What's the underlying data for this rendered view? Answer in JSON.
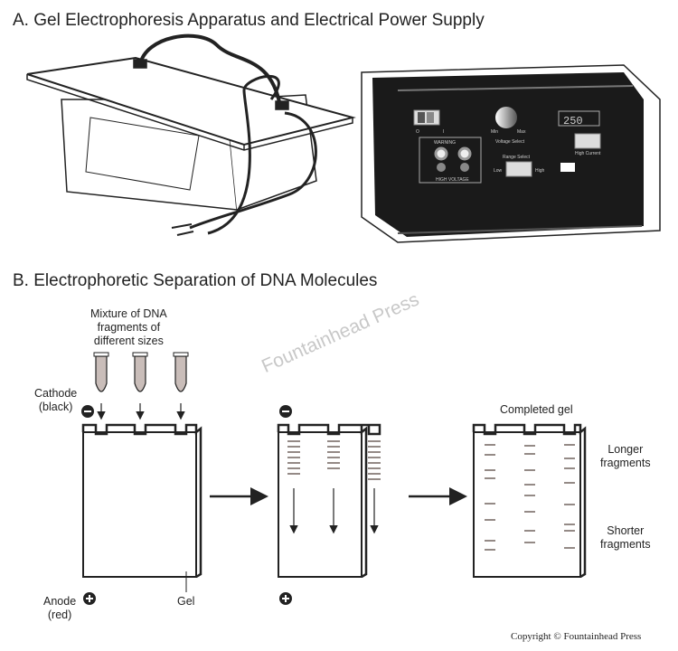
{
  "section_a": {
    "title": "A. Gel Electrophoresis Apparatus and Electrical Power Supply"
  },
  "power_supply": {
    "display_value": "250",
    "off_label": "O",
    "on_label": "I",
    "warning_label": "WARNING",
    "high_voltage_label": "HIGH VOLTAGE",
    "min_label": "Min",
    "max_label": "Max",
    "voltage_select_label": "Voltage Select",
    "range_select_label": "Range Select",
    "low_label": "Low",
    "high_label": "High",
    "high_current_label": "High Current"
  },
  "section_b": {
    "title": "B. Electrophoretic Separation of DNA Molecules"
  },
  "labels": {
    "mixture": "Mixture of DNA\nfragments of\ndifferent sizes",
    "cathode": "Cathode\n(black)",
    "anode": "Anode\n(red)",
    "gel": "Gel",
    "completed_gel": "Completed gel",
    "longer": "Longer\nfragments",
    "shorter": "Shorter\nfragments"
  },
  "watermark": "Fountainhead Press",
  "copyright": "Copyright © Fountainhead Press",
  "colors": {
    "line": "#222222",
    "band": "#5a4a44",
    "tube": "#c9bdb9",
    "device": "#1a1a1a"
  }
}
